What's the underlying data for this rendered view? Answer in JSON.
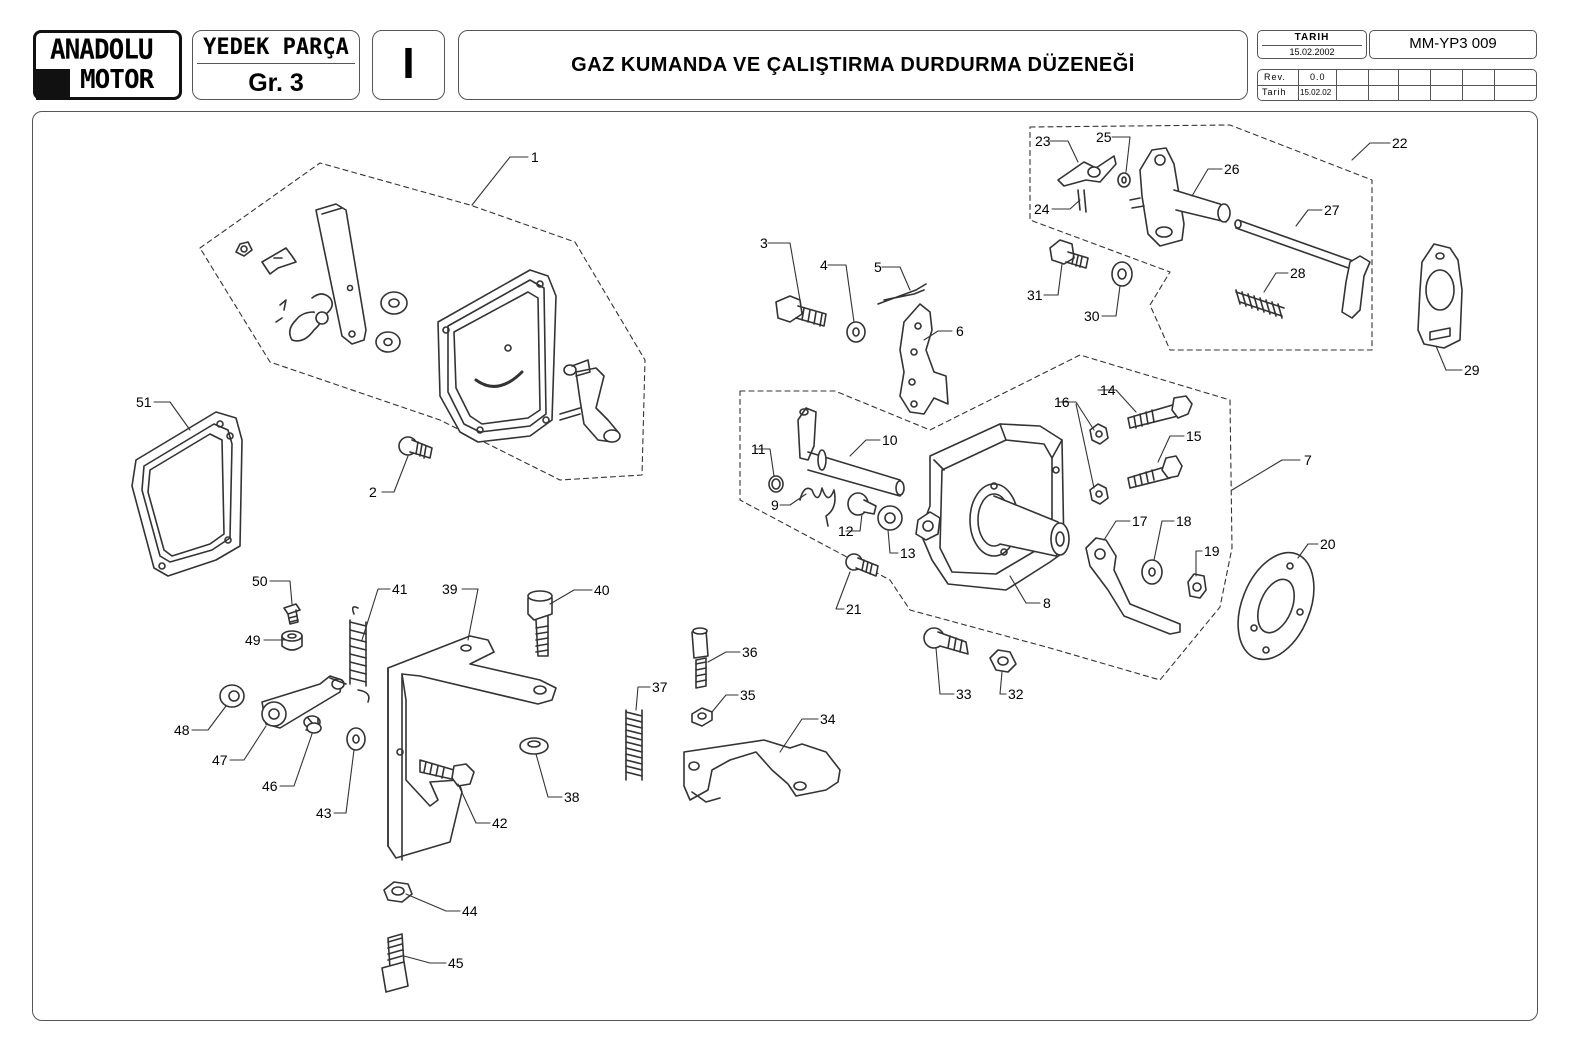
{
  "header": {
    "logo_line1": "ANADOLU",
    "logo_line2": "MOTOR",
    "catalog_title": "YEDEK PARÇA",
    "group": "Gr. 3",
    "section": "I",
    "drawing_title": "GAZ KUMANDA VE ÇALIŞTIRMA DURDURMA DÜZENEĞİ",
    "date_label": "TARIH",
    "date_value": "15.02.2002",
    "doc_number": "MM-YP3 009",
    "rev_label": "Rev.",
    "rev_value": "0.0",
    "rev_date_label": "Tarih",
    "rev_date_value": "15.02.02"
  },
  "callouts": [
    "1",
    "2",
    "3",
    "4",
    "5",
    "6",
    "7",
    "8",
    "9",
    "10",
    "11",
    "12",
    "13",
    "14",
    "15",
    "16",
    "17",
    "18",
    "19",
    "20",
    "21",
    "22",
    "23",
    "24",
    "25",
    "26",
    "27",
    "28",
    "29",
    "30",
    "31",
    "32",
    "33",
    "34",
    "35",
    "36",
    "37",
    "38",
    "39",
    "40",
    "41",
    "42",
    "43",
    "44",
    "45",
    "46",
    "47",
    "48",
    "49",
    "50",
    "51"
  ],
  "colors": {
    "line": "#333333",
    "frame": "#555555",
    "fill": "#ffffff",
    "shade": "#cfcfcf"
  }
}
